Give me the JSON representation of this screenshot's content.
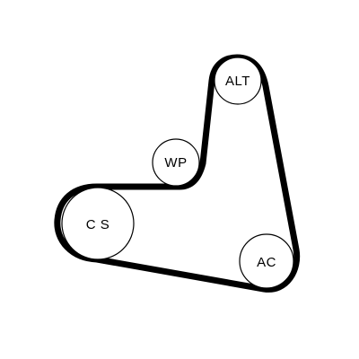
{
  "diagram": {
    "pulleys": {
      "alt": {
        "label": "ALT"
      },
      "wp": {
        "label": "WP"
      },
      "cs": {
        "label": "C S"
      },
      "ac": {
        "label": "AC"
      }
    }
  },
  "colors": {
    "belt": "#000000",
    "pulley_fill": "#ffffff",
    "pulley_stroke": "#000000",
    "background": "#ffffff"
  }
}
